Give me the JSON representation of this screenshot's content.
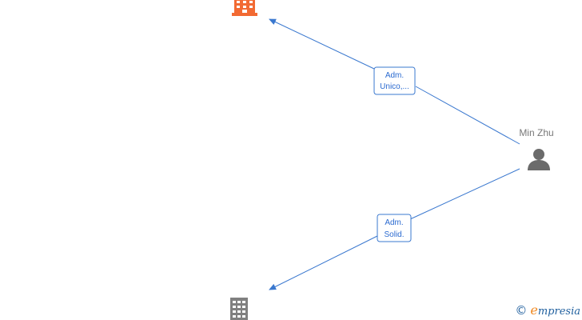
{
  "nodes": {
    "person": {
      "name": "Min Zhu",
      "icon": "person-icon",
      "color": "#6b6b6b"
    },
    "company_top": {
      "icon": "building-icon",
      "color": "#f26a33"
    },
    "company_bottom": {
      "icon": "building-icon",
      "color": "#808080"
    }
  },
  "edges": [
    {
      "from": "person",
      "to": "company_top",
      "label_line1": "Adm.",
      "label_line2": "Unico,..."
    },
    {
      "from": "person",
      "to": "company_bottom",
      "label_line1": "Adm.",
      "label_line2": "Solid."
    }
  ],
  "edge_color": "#3a78cf",
  "watermark": {
    "symbol": "©",
    "brand_first": "e",
    "brand_rest": "mpresia"
  }
}
